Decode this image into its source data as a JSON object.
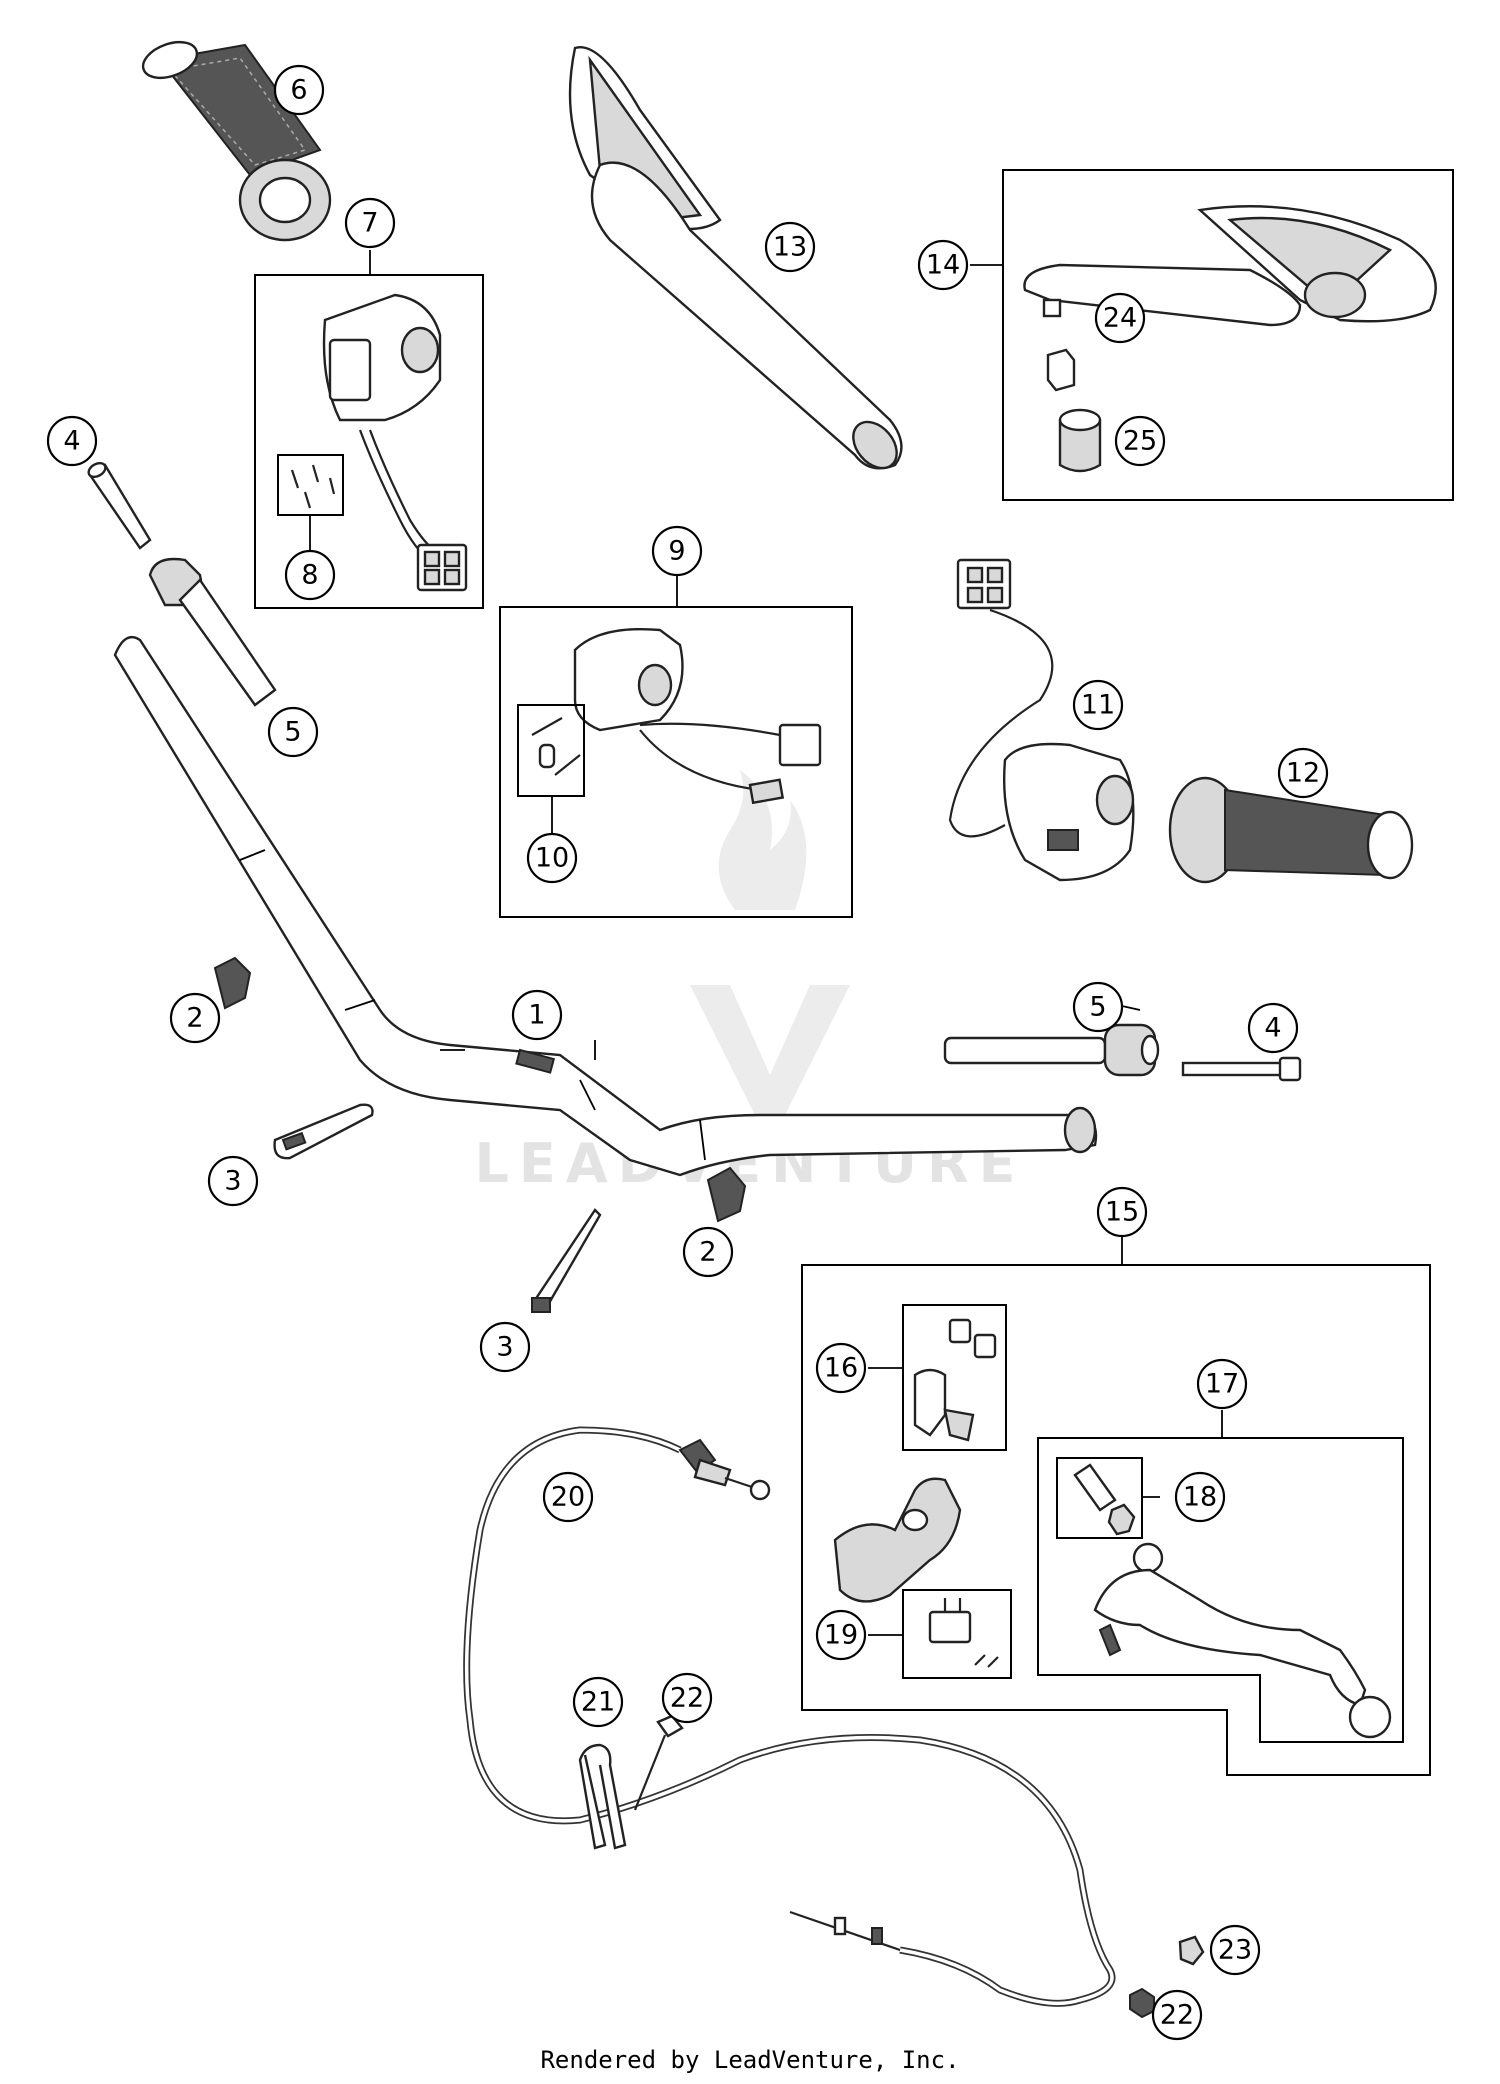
{
  "watermark": {
    "text": "LEADVENTURE"
  },
  "footer": {
    "text": "Rendered by LeadVenture, Inc."
  },
  "callouts": [
    {
      "id": "c6",
      "label": "6"
    },
    {
      "id": "c7",
      "label": "7"
    },
    {
      "id": "c8",
      "label": "8"
    },
    {
      "id": "c13",
      "label": "13"
    },
    {
      "id": "c14",
      "label": "14"
    },
    {
      "id": "c24",
      "label": "24"
    },
    {
      "id": "c25",
      "label": "25"
    },
    {
      "id": "c4a",
      "label": "4"
    },
    {
      "id": "c5a",
      "label": "5"
    },
    {
      "id": "c9",
      "label": "9"
    },
    {
      "id": "c10",
      "label": "10"
    },
    {
      "id": "c11",
      "label": "11"
    },
    {
      "id": "c12",
      "label": "12"
    },
    {
      "id": "c2a",
      "label": "2"
    },
    {
      "id": "c1",
      "label": "1"
    },
    {
      "id": "c5b",
      "label": "5"
    },
    {
      "id": "c4b",
      "label": "4"
    },
    {
      "id": "c3a",
      "label": "3"
    },
    {
      "id": "c2b",
      "label": "2"
    },
    {
      "id": "c3b",
      "label": "3"
    },
    {
      "id": "c15",
      "label": "15"
    },
    {
      "id": "c16",
      "label": "16"
    },
    {
      "id": "c17",
      "label": "17"
    },
    {
      "id": "c18",
      "label": "18"
    },
    {
      "id": "c19",
      "label": "19"
    },
    {
      "id": "c20",
      "label": "20"
    },
    {
      "id": "c21",
      "label": "21"
    },
    {
      "id": "c22a",
      "label": "22"
    },
    {
      "id": "c23",
      "label": "23"
    },
    {
      "id": "c22b",
      "label": "22"
    }
  ]
}
